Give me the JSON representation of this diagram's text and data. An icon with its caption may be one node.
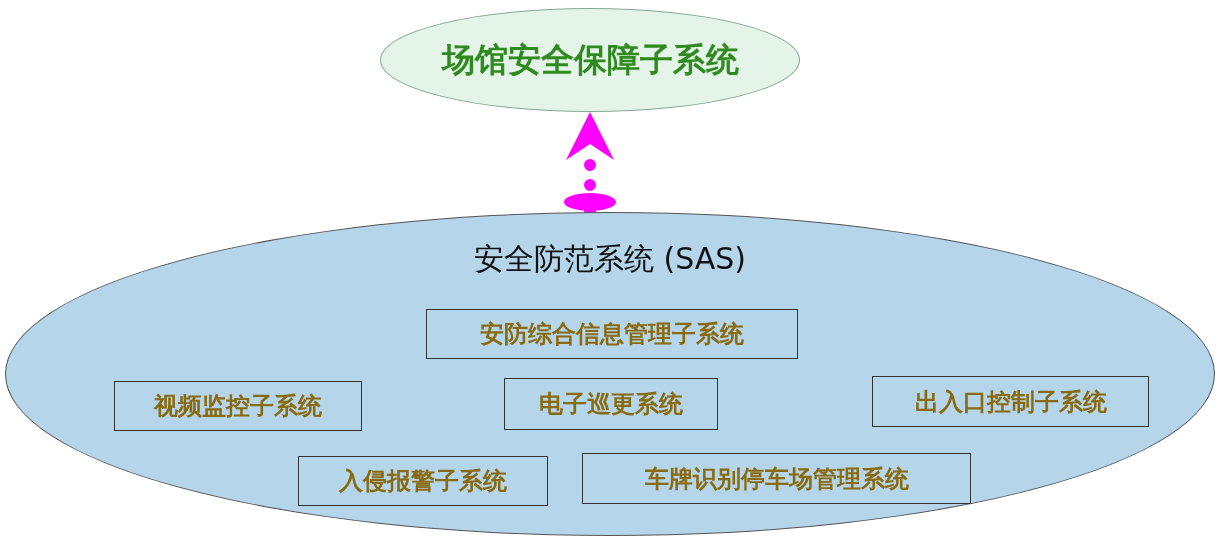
{
  "diagram": {
    "nodes": [
      {
        "text": [
          "场馆安全保障子系统"
        ]
      },
      {
        "text": [
          "安全防范系统 (SAS)"
        ]
      },
      {
        "text": [
          "安防综合信息管理子系统"
        ],
        "in": 1
      },
      {
        "text": [
          "视频监控子系统"
        ],
        "in": 1
      },
      {
        "text": [
          "电子巡更系统"
        ],
        "in": 1
      },
      {
        "text": [
          "出入口控制子系统"
        ],
        "in": 1
      },
      {
        "text": [
          "入侵报警子系统"
        ],
        "in": 1
      },
      {
        "text": [
          "车牌识别停车场管理系统"
        ],
        "in": 1
      }
    ],
    "edges": [
      {
        "from": 1,
        "to": 0,
        "arrow": "to",
        "style": "dashed",
        "color": "#ff00ff"
      }
    ]
  }
}
